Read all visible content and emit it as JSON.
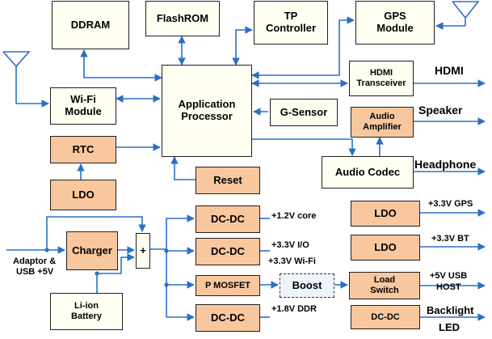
{
  "blocks": {
    "ddram": "DDRAM",
    "flashrom": "FlashROM",
    "tp": "TP\nController",
    "gps": "GPS\nModule",
    "hdmi_tx": "HDMI\nTransceiver",
    "wifi": "Wi-Fi\nModule",
    "ap": "Application\nProcessor",
    "gsensor": "G-Sensor",
    "amp": "Audio\nAmplifier",
    "rtc": "RTC",
    "codec": "Audio Codec",
    "ldo_rtc": "LDO",
    "reset": "Reset",
    "charger": "Charger",
    "plus": "+",
    "battery": "Li-ion\nBattery",
    "dcdc1": "DC-DC",
    "dcdc2": "DC-DC",
    "pmosfet": "P MOSFET",
    "boost": "Boost",
    "load_switch": "Load\nSwitch",
    "dcdc3": "DC-DC",
    "ldo_gps": "LDO",
    "ldo_bt": "LDO",
    "dcdc_bl": "DC-DC"
  },
  "labels": {
    "hdmi": "HDMI",
    "speaker": "Speaker",
    "headphone": "Headphone",
    "v12": "+1.2V core",
    "v33io": "+3.3V I/O",
    "v33wifi": "+3.3V Wi-Fi",
    "v18": "+1.8V DDR",
    "v33gps": "+3.3V GPS",
    "v33bt": "+3.3V BT",
    "usb5v": "+5V USB",
    "host": "HOST",
    "backlight": "Backlight",
    "led": "LED",
    "adaptor1": "Adaptor &",
    "adaptor2": "USB +5V"
  },
  "colors": {
    "line": "#2b6fc5",
    "box_border": "#1f1f1f",
    "digital_fill": "#fffff2",
    "power_fill": "#f8c79e"
  }
}
